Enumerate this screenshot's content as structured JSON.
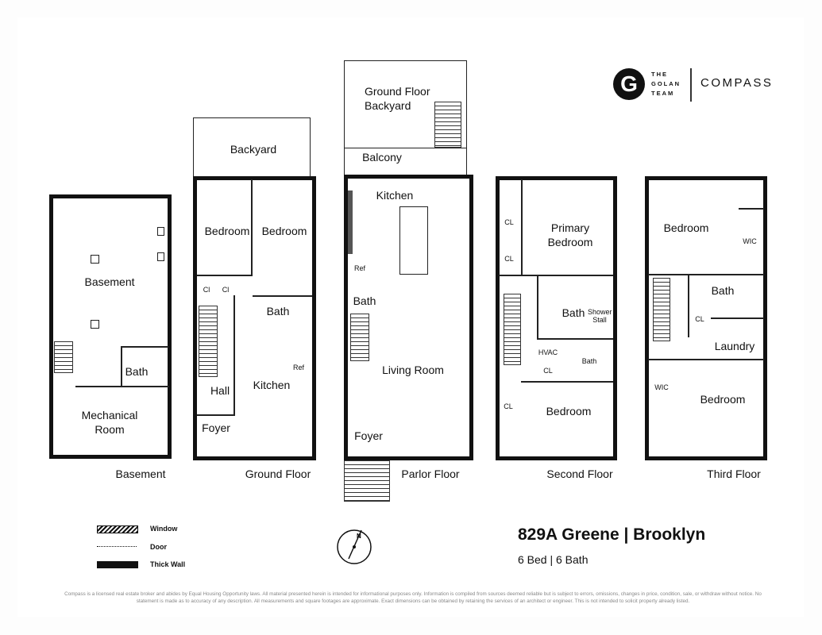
{
  "header": {
    "logo_team": "THE GOLAN TEAM",
    "logo_letter": "G",
    "brand": "COMPASS"
  },
  "floors": {
    "basement": {
      "caption": "Basement",
      "rooms": [
        "Basement",
        "Bath",
        "Mechanical Room"
      ]
    },
    "ground": {
      "caption": "Ground Floor",
      "rooms": [
        "Backyard",
        "Bedroom",
        "Bedroom",
        "Cl",
        "Cl",
        "Bath",
        "Hall",
        "Kitchen",
        "Foyer",
        "Ref"
      ]
    },
    "parlor": {
      "caption": "Parlor Floor",
      "rooms": [
        "Ground Floor Backyard",
        "Balcony",
        "Kitchen",
        "Ref",
        "Bath",
        "Living Room",
        "Foyer"
      ]
    },
    "second": {
      "caption": "Second Floor",
      "rooms": [
        "CL",
        "CL",
        "Primary Bedroom",
        "Bath",
        "Shower Stall",
        "HVAC",
        "CL",
        "Bath",
        "CL",
        "Bedroom"
      ]
    },
    "third": {
      "caption": "Third Floor",
      "rooms": [
        "Bedroom",
        "WIC",
        "Bath",
        "CL",
        "Laundry",
        "WIC",
        "Bedroom"
      ]
    }
  },
  "legend": [
    {
      "label": "Window",
      "icon": "hatched-bar"
    },
    {
      "label": "Door",
      "icon": "dotted-line"
    },
    {
      "label": "Thick Wall",
      "icon": "solid-bar"
    }
  ],
  "compass_icon": "north-arrow-compass",
  "listing": {
    "title": "829A Greene | Brooklyn",
    "summary": "6 Bed | 6 Bath"
  },
  "disclaimer": "Compass is a licensed real estate broker and abides by Equal Housing Opportunity laws. All material presented herein is intended for informational purposes only. Information is compiled from sources deemed reliable but is subject to errors, omissions, changes in price, condition, sale, or withdraw without notice. No statement is made as to accuracy of any description. All measurements and square footages are approximate. Exact dimensions can be obtained by retaining the services of an architect or engineer. This is not intended to solicit property already listed."
}
